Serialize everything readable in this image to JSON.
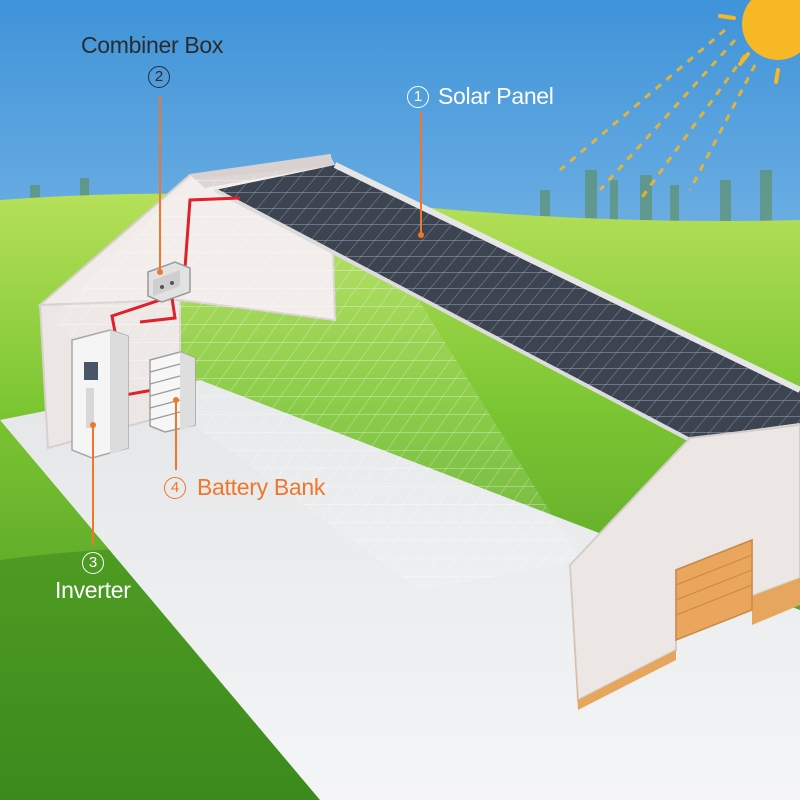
{
  "colors": {
    "sky_top": "#3f93d9",
    "sky_bottom": "#cfe6f6",
    "grass_light": "#8fd23c",
    "grass_dark": "#3f8a1e",
    "sun": "#f6b824",
    "leader": "#f0762b",
    "cable": "#e0202a",
    "panel": "#3c4452",
    "wall": "#ece6e4",
    "accent_orange": "#f0762b"
  },
  "labels": {
    "solar_panel": {
      "number": "1",
      "text": "Solar Panel"
    },
    "combiner_box": {
      "number": "2",
      "text": "Combiner Box"
    },
    "inverter": {
      "number": "3",
      "text": "Inverter"
    },
    "battery_bank": {
      "number": "4",
      "text": "Battery Bank"
    }
  },
  "icons": {
    "sun": "sun-icon",
    "solar_panel": "solar-panel-array",
    "combiner_box": "combiner-box-unit",
    "inverter": "inverter-cabinet",
    "battery_bank": "battery-rack"
  }
}
